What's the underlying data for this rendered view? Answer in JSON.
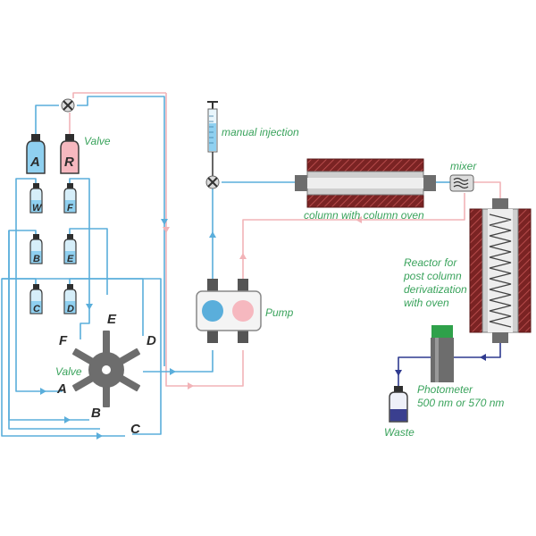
{
  "labels": {
    "valve_top": "Valve",
    "valve_rotary": "Valve",
    "manual_injection": "manual injection",
    "pump": "Pump",
    "column": "column with column oven",
    "mixer": "mixer",
    "reactor_line1": "Reactor for",
    "reactor_line2": "post column",
    "reactor_line3": "derivatization",
    "reactor_line4": "with oven",
    "photometer_line1": "Photometer",
    "photometer_line2": "500 nm or 570 nm",
    "waste": "Waste"
  },
  "vials": {
    "top_left": "A",
    "top_right": "R",
    "row1_left": "W",
    "row1_right": "F",
    "row2_left": "B",
    "row2_right": "E",
    "row3_left": "C",
    "row3_right": "D"
  },
  "valve_ports": {
    "A": "A",
    "B": "B",
    "C": "C",
    "D": "D",
    "E": "E",
    "F": "F"
  },
  "colors": {
    "blue_line": "#5aaedb",
    "pink_line": "#f2b3b7",
    "navy_line": "#2f3a8f",
    "buffer_blue": "#8fd0f0",
    "reagent_pink": "#f6b8bf",
    "label_green": "#3aa35c",
    "oven_red": "#8a2a2a",
    "metal_gray": "#6d6d6d"
  }
}
